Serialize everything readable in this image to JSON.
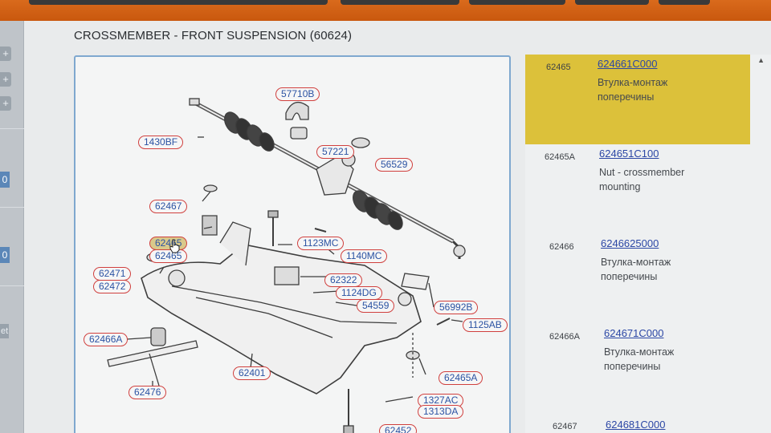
{
  "left_rail": {
    "buttons": [
      "+",
      "+",
      "+"
    ],
    "numbers": [
      "0",
      "0"
    ],
    "text": "et"
  },
  "page": {
    "title": "CROSSMEMBER - FRONT SUSPENSION (60624)"
  },
  "diagram": {
    "callouts": [
      {
        "id": "c-57710B",
        "label": "57710B"
      },
      {
        "id": "c-1430BF",
        "label": "1430BF"
      },
      {
        "id": "c-57221",
        "label": "57221"
      },
      {
        "id": "c-56529",
        "label": "56529"
      },
      {
        "id": "c-62467",
        "label": "62467"
      },
      {
        "id": "c-62465",
        "label": "62465"
      },
      {
        "id": "c-62465b",
        "label": "62465"
      },
      {
        "id": "c-1123MC",
        "label": "1123MC"
      },
      {
        "id": "c-1140MC",
        "label": "1140MC"
      },
      {
        "id": "c-62471",
        "label": "62471"
      },
      {
        "id": "c-62472",
        "label": "62472"
      },
      {
        "id": "c-62322",
        "label": "62322"
      },
      {
        "id": "c-1124DG",
        "label": "1124DG"
      },
      {
        "id": "c-54559",
        "label": "54559"
      },
      {
        "id": "c-56992B",
        "label": "56992B"
      },
      {
        "id": "c-1125AB",
        "label": "1125AB"
      },
      {
        "id": "c-62466A",
        "label": "62466A"
      },
      {
        "id": "c-62401",
        "label": "62401"
      },
      {
        "id": "c-62465A",
        "label": "62465A"
      },
      {
        "id": "c-62476",
        "label": "62476"
      },
      {
        "id": "c-1327AC",
        "label": "1327AC"
      },
      {
        "id": "c-1313DA",
        "label": "1313DA"
      },
      {
        "id": "c-62452",
        "label": "62452"
      }
    ]
  },
  "parts": [
    {
      "ref": "62465",
      "part_no": "624661C000",
      "desc": "Втулка-монтаж поперечины",
      "selected": true
    },
    {
      "ref": "62465A",
      "part_no": "624651C100",
      "desc": "Nut - crossmember mounting",
      "selected": false
    },
    {
      "ref": "62466",
      "part_no": "6246625000",
      "desc": "Втулка-монтаж поперечины",
      "selected": false
    },
    {
      "ref": "62466A",
      "part_no": "624671C000",
      "desc": "Втулка-монтаж поперечины",
      "selected": false
    },
    {
      "ref": "62467",
      "part_no": "624681C000",
      "desc": "",
      "selected": false
    }
  ],
  "colors": {
    "accent_orange": "#d96a1c",
    "selected_row": "#dcc13a",
    "link_blue": "#2c47a5",
    "callout_border": "#d0403e"
  }
}
